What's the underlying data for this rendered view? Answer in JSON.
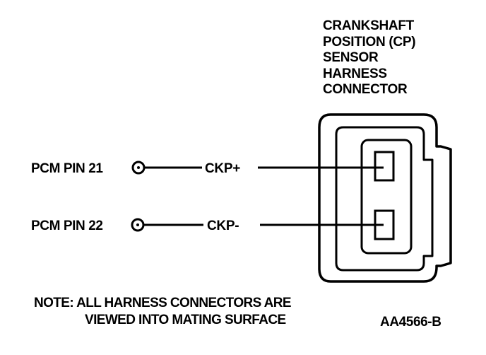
{
  "connector_title": [
    "CRANKSHAFT",
    "POSITION (CP)",
    "SENSOR",
    "HARNESS",
    "CONNECTOR"
  ],
  "pins": [
    {
      "pcm_label": "PCM PIN 21",
      "signal": "CKP+"
    },
    {
      "pcm_label": "PCM PIN 22",
      "signal": "CKP-"
    }
  ],
  "note": {
    "line1": "NOTE: ALL HARNESS CONNECTORS ARE",
    "line2": "VIEWED INTO MATING SURFACE"
  },
  "figure_id": "AA4566-B"
}
